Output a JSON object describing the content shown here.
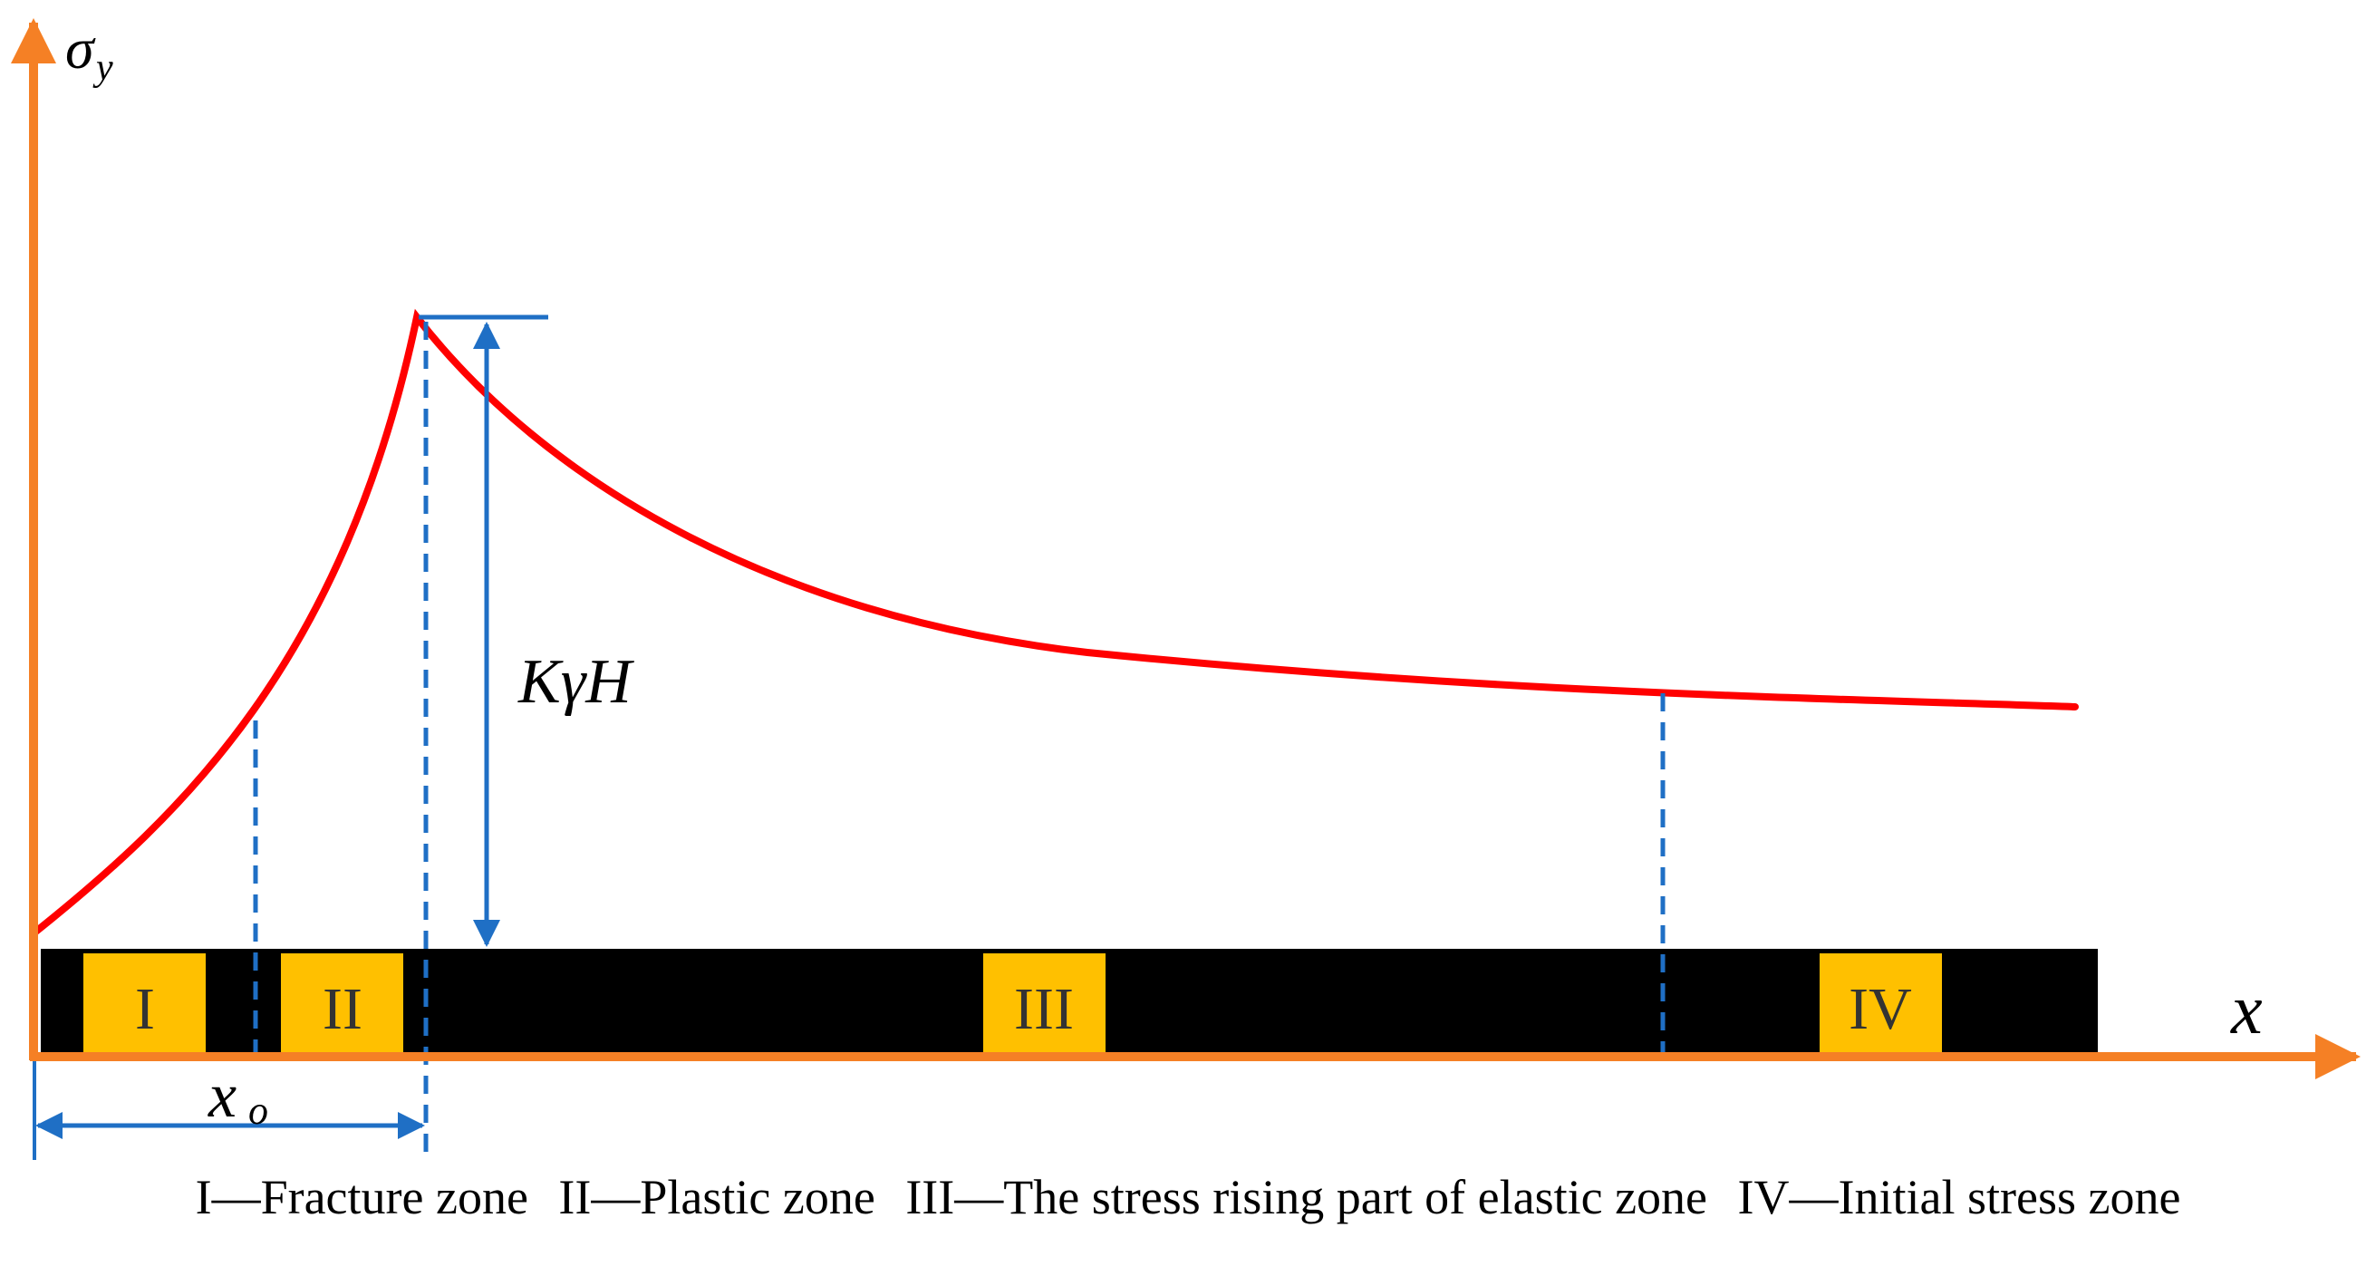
{
  "labels": {
    "y_axis": "σ",
    "y_axis_sub": "y",
    "x_axis": "x",
    "peak": "KγH",
    "x0": "x",
    "x0_sub": "o"
  },
  "zones": [
    {
      "numeral": "I"
    },
    {
      "numeral": "II"
    },
    {
      "numeral": "III"
    },
    {
      "numeral": "IV"
    }
  ],
  "legend": [
    "I—Fracture zone",
    "II—Plastic zone",
    "III—The stress rising part of elastic zone",
    "IV—Initial stress zone"
  ],
  "colors": {
    "axis": "#F58025",
    "curve": "#FF0000",
    "guide": "#1F6FC5",
    "zone_fill": "#FFC000",
    "band": "#000000"
  }
}
